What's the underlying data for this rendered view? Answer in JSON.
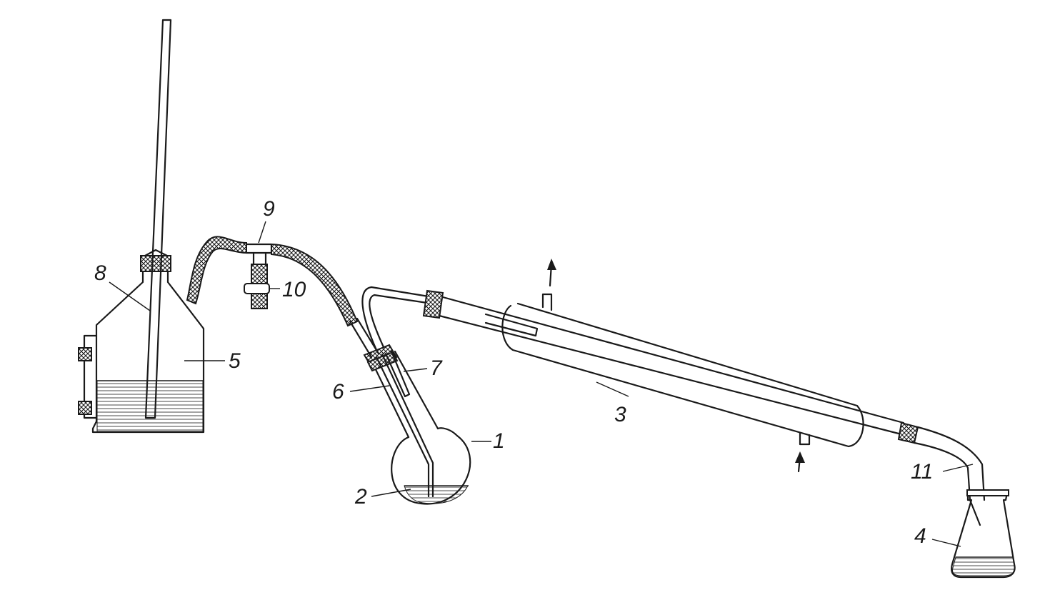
{
  "labels": {
    "flask": "1",
    "liquid": "2",
    "condenser": "3",
    "receiver": "4",
    "reservoir": "5",
    "outer_tube": "6",
    "inner_tube": "7",
    "tall_tube": "8",
    "tee": "9",
    "clamp": "10",
    "adapter": "11"
  }
}
